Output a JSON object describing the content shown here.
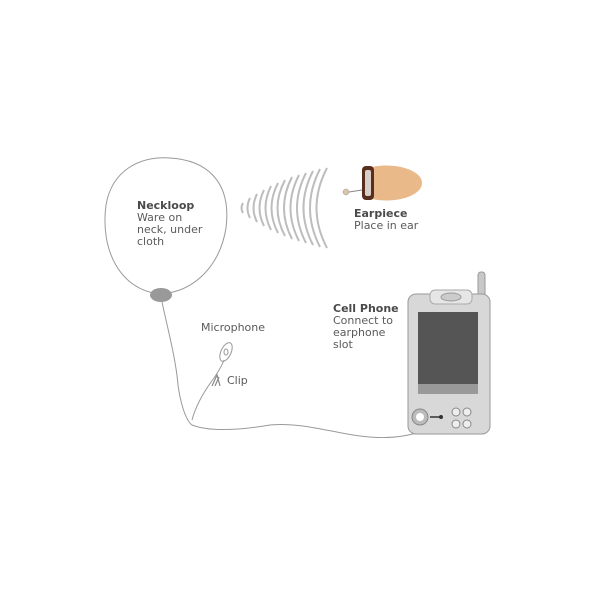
{
  "neckloop": {
    "title": "Neckloop",
    "desc_lines": [
      "Ware on",
      "neck, under",
      "cloth"
    ]
  },
  "earpiece": {
    "title": "Earpiece",
    "desc": "Place in ear"
  },
  "microphone": {
    "label": "Microphone"
  },
  "clip": {
    "label": "Clip"
  },
  "cell_phone": {
    "title": "Cell Phone",
    "desc_lines": [
      "Connect to",
      "earphone",
      "slot"
    ]
  },
  "colors": {
    "wire": "#9a9a9a",
    "neckloop_knob": "#999999",
    "earpiece_body": "#e9b98a",
    "earpiece_band": "#5a2e1c",
    "phone_body": "#d8d8d8",
    "phone_screen": "#555555"
  }
}
